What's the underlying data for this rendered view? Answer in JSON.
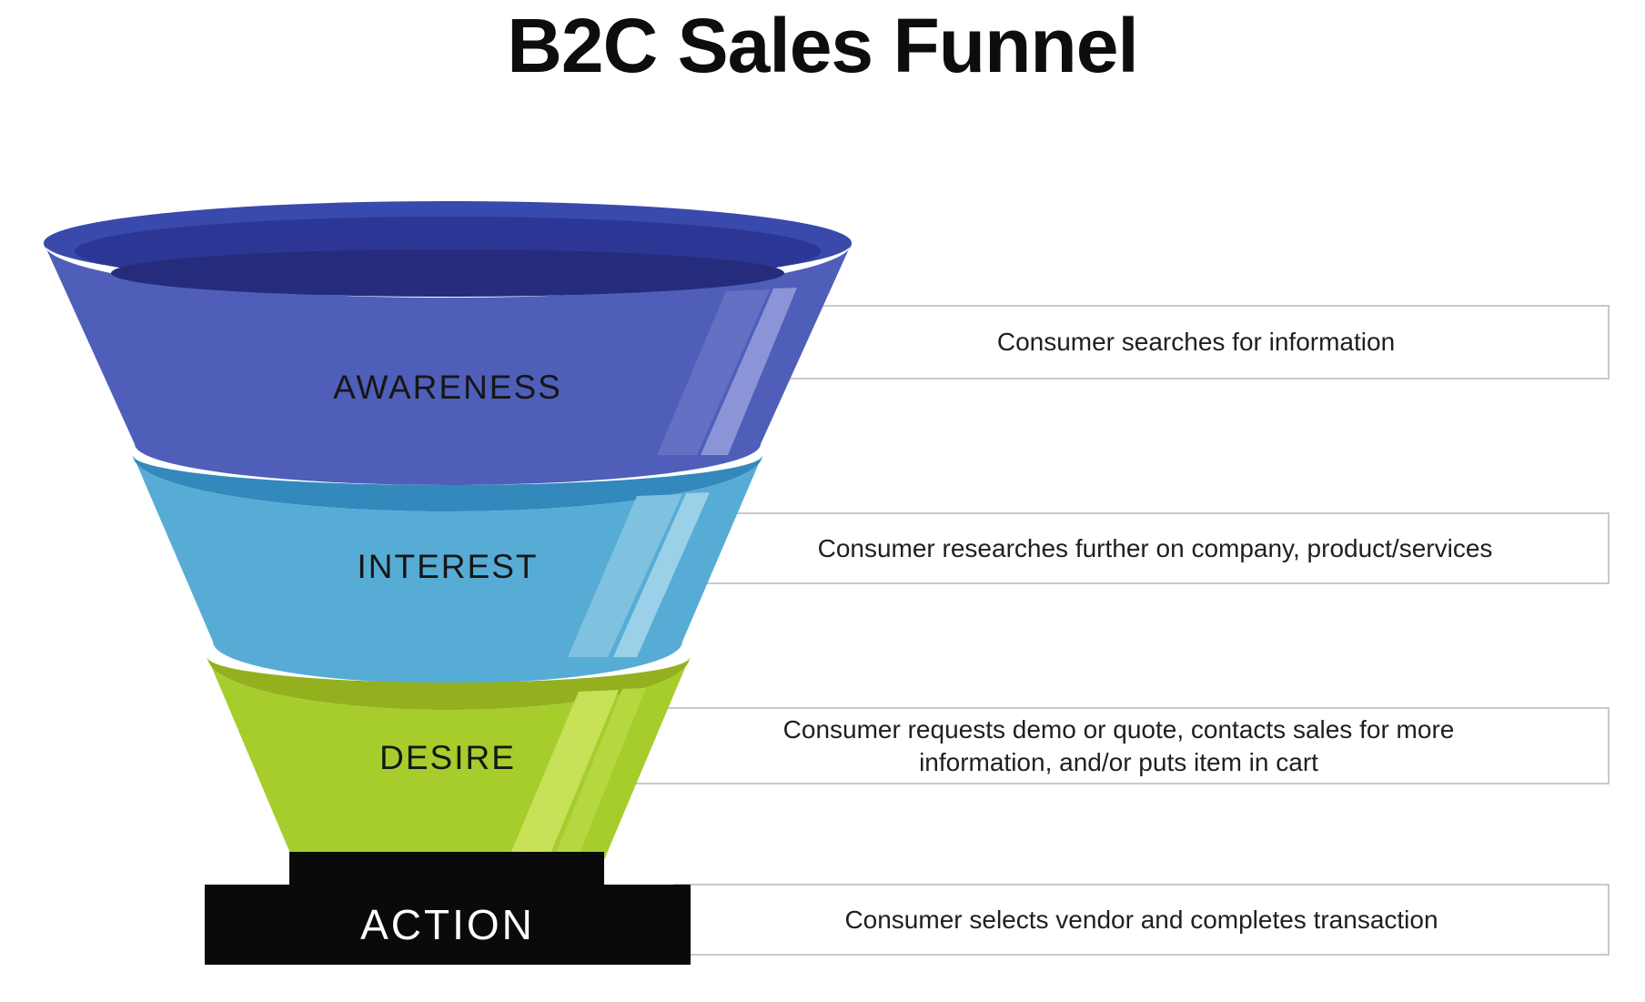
{
  "title": "B2C Sales Funnel",
  "background": "#ffffff",
  "box_border_color": "#c9c9c9",
  "stages": [
    {
      "label": "AWARENESS",
      "description_lines": [
        "Consumer searches for information"
      ],
      "colors": {
        "body": "#4F5EB9",
        "rim_outer": "#3A49AC",
        "rim_mid": "#2C3795",
        "rim_pool": "#252C7C",
        "highlight1": "#6370C3",
        "highlight2": "#8B94D6"
      }
    },
    {
      "label": "INTEREST",
      "description_lines": [
        "Consumer researches further on company, product/services"
      ],
      "colors": {
        "body": "#57ACD6",
        "rim": "#3489BC",
        "highlight1": "#7FC2E0",
        "highlight2": "#9AD0E8"
      }
    },
    {
      "label": "DESIRE",
      "description_lines": [
        "Consumer requests demo or quote, contacts sales for more",
        "information, and/or puts item in cart"
      ],
      "colors": {
        "body": "#A6CD2C",
        "rim": "#93B01F",
        "highlight1": "#C7E159",
        "highlight2": "#B5D840"
      }
    },
    {
      "label": "ACTION",
      "description_lines": [
        "Consumer selects vendor and completes transaction"
      ],
      "colors": {
        "body": "#0A0A0A",
        "label_text": "#FFFFFF"
      }
    }
  ]
}
